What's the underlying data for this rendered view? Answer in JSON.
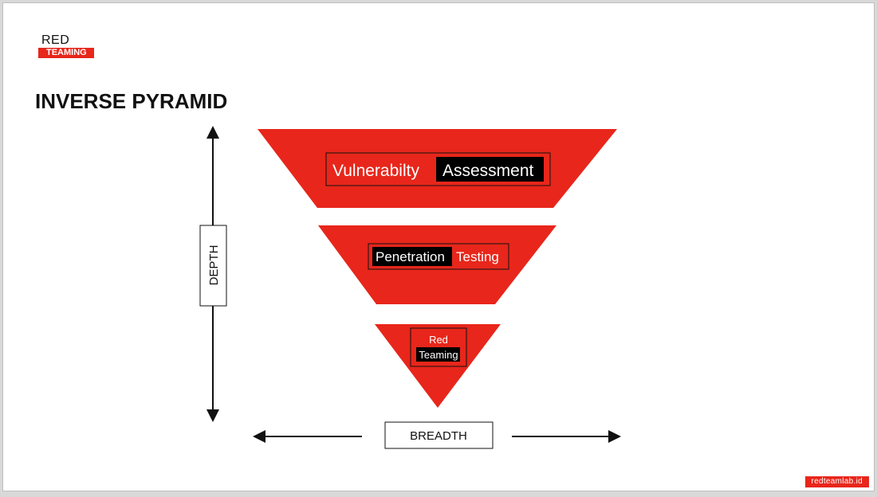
{
  "logo": {
    "line1": "RED",
    "line2": "TEAMING"
  },
  "title": "INVERSE PYRAMID",
  "pyramid": {
    "tier1": {
      "word1": "Vulnerabilty",
      "word2": "Assessment"
    },
    "tier2": {
      "word1": "Penetration",
      "word2": "Testing"
    },
    "tier3": {
      "word1": "Red",
      "word2": "Teaming"
    }
  },
  "axes": {
    "depth_label": "DEPTH",
    "breadth_label": "BREADTH"
  },
  "footer": "redteamlab.id",
  "colors": {
    "accent_red": "#e8261b",
    "label_black": "#000000",
    "text_white": "#ffffff"
  }
}
